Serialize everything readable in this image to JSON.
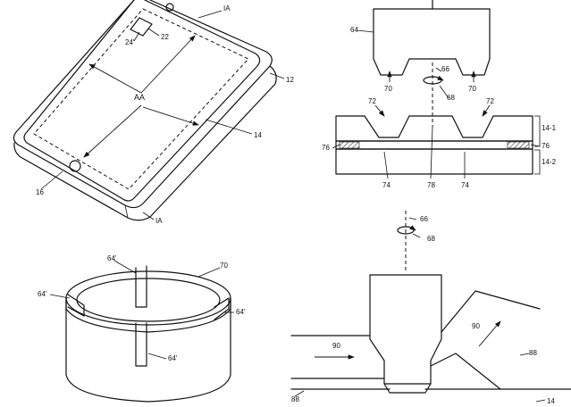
{
  "labels": {
    "ia_top": "IA",
    "ia_bottom": "IA",
    "aa": "AA",
    "l12": "12",
    "l14_device": "14",
    "l16": "16",
    "l22": "22",
    "l24p": "24'",
    "l64_tool": "64",
    "l66_top": "66",
    "l68_top": "68",
    "l70_left": "70",
    "l70_right": "70",
    "l72_left": "72",
    "l72_right": "72",
    "l14_1": "14-1",
    "l14_2": "14-2",
    "l76_left": "76",
    "l76_right": "76",
    "l74_left": "74",
    "l78": "78",
    "l74_right": "74",
    "l64p_a": "64'",
    "l64p_b": "64'",
    "l64p_c": "64'",
    "l64p_d": "64'",
    "l70_ring": "70",
    "l66_bottom": "66",
    "l68_bottom": "68",
    "l90_left": "90",
    "l90_right": "90",
    "l88_right": "88",
    "l88_left": "88",
    "l14_bottom": "14"
  }
}
